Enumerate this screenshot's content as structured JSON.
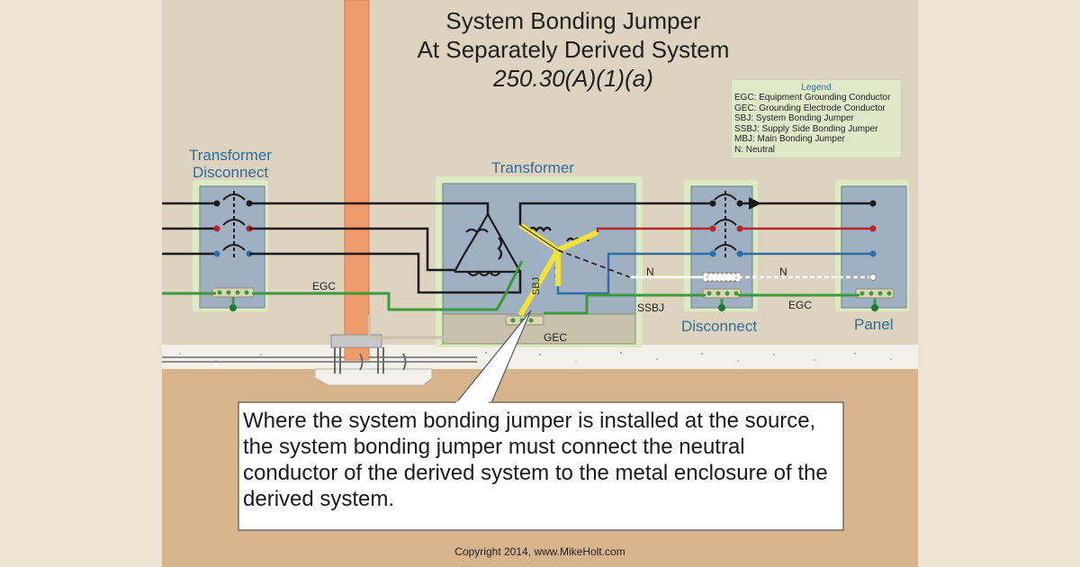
{
  "title": {
    "line1": "System Bonding Jumper",
    "line2": "At Separately Derived System",
    "line3": "250.30(A)(1)(a)"
  },
  "legend": {
    "title": "Legend",
    "items": [
      "EGC: Equipment Grounding Conductor",
      "GEC: Grounding Electrode Conductor",
      "SBJ: System Bonding Jumper",
      "SSBJ: Supply Side Bonding Jumper",
      "MBJ: Main Bonding Jumper",
      "N: Neutral"
    ]
  },
  "labels": {
    "transformer_disconnect_1": "Transformer",
    "transformer_disconnect_2": "Disconnect",
    "transformer": "Transformer",
    "disconnect": "Disconnect",
    "panel": "Panel",
    "egc_left": "EGC",
    "egc_right": "EGC",
    "sbj": "SBJ",
    "ssbj": "SSBJ",
    "gec": "GEC",
    "n_left": "N",
    "n_right": "N"
  },
  "callout": "Where the system bonding jumper is installed at the source, the system bonding jumper must connect the neutral conductor of the derived system to the metal enclosure of the derived system.",
  "copyright": "Copyright 2014, www.MikeHolt.com",
  "colors": {
    "wire_black": "#1a1a1a",
    "wire_red": "#b3272b",
    "wire_blue": "#2e6ea6",
    "wire_green": "#3a9a3a",
    "neutral_white": "#ffffff",
    "sbj_yellow": "#f2e23a",
    "enclosure": "#9fb0c2",
    "enclosure_glow": "#d9ecc0",
    "pole": "#ef9b6b",
    "wall": "#ddd3bf",
    "ground": "#d8b48c",
    "side_panel": "#e9ddc8"
  }
}
